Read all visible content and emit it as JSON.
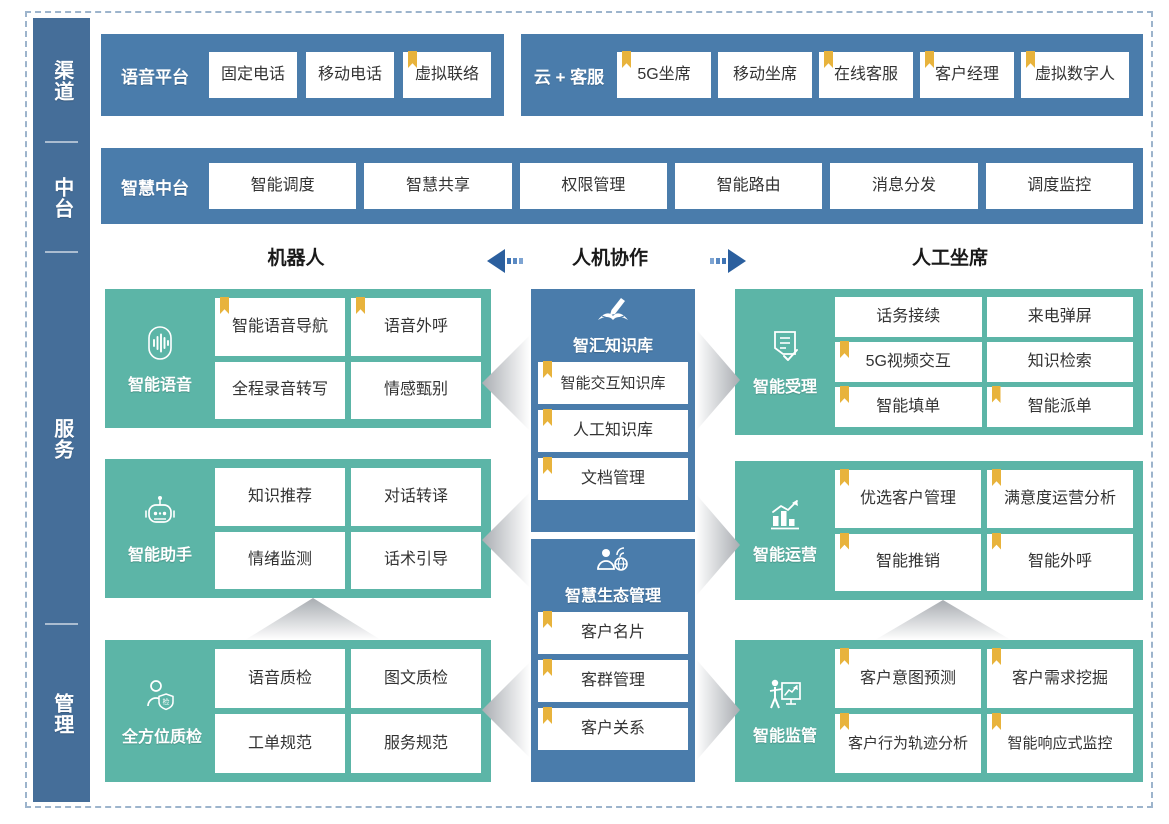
{
  "sidebar": {
    "sections": [
      {
        "label": "渠道",
        "name": "channel"
      },
      {
        "label": "中台",
        "name": "middle-platform"
      },
      {
        "label": "服务",
        "name": "service"
      },
      {
        "label": "管理",
        "name": "management"
      }
    ]
  },
  "colors": {
    "sidebar": "#456e99",
    "blue": "#4a7cab",
    "teal": "#5cb5a7",
    "bookmark": "#e8b33c",
    "chip_bg": "#ffffff",
    "frame_dash": "#9db4cc",
    "chevron": "#c9ccd0"
  },
  "channel_row": {
    "groups": [
      {
        "title": "语音平台",
        "items": [
          {
            "label": "固定电话",
            "bookmark": false
          },
          {
            "label": "移动电话",
            "bookmark": false
          },
          {
            "label": "虚拟联络",
            "bookmark": true
          }
        ]
      },
      {
        "title": "云 + 客服",
        "items": [
          {
            "label": "5G坐席",
            "bookmark": true
          },
          {
            "label": "移动坐席",
            "bookmark": false
          },
          {
            "label": "在线客服",
            "bookmark": true
          },
          {
            "label": "客户经理",
            "bookmark": true
          },
          {
            "label": "虚拟数字人",
            "bookmark": true
          }
        ]
      }
    ]
  },
  "platform_row": {
    "title": "智慧中台",
    "items": [
      {
        "label": "智能调度",
        "bookmark": false
      },
      {
        "label": "智慧共享",
        "bookmark": false
      },
      {
        "label": "权限管理",
        "bookmark": false
      },
      {
        "label": "智能路由",
        "bookmark": false
      },
      {
        "label": "消息分发",
        "bookmark": false
      },
      {
        "label": "调度监控",
        "bookmark": false
      }
    ]
  },
  "column_headers": {
    "left": "机器人",
    "center": "人机协作",
    "right": "人工坐席",
    "arrow_left_icon": "arrow-left-icon",
    "arrow_right_icon": "arrow-right-icon"
  },
  "left_column": [
    {
      "title": "智能语音",
      "icon": "voice-wave-icon",
      "items": [
        {
          "label": "智能语音导航",
          "bookmark": true
        },
        {
          "label": "语音外呼",
          "bookmark": true
        },
        {
          "label": "全程录音转写",
          "bookmark": false
        },
        {
          "label": "情感甄别",
          "bookmark": false
        }
      ]
    },
    {
      "title": "智能助手",
      "icon": "robot-icon",
      "items": [
        {
          "label": "知识推荐",
          "bookmark": false
        },
        {
          "label": "对话转译",
          "bookmark": false
        },
        {
          "label": "情绪监测",
          "bookmark": false
        },
        {
          "label": "话术引导",
          "bookmark": false
        }
      ]
    },
    {
      "title": "全方位质检",
      "icon": "person-shield-icon",
      "items": [
        {
          "label": "语音质检",
          "bookmark": false
        },
        {
          "label": "图文质检",
          "bookmark": false
        },
        {
          "label": "工单规范",
          "bookmark": false
        },
        {
          "label": "服务规范",
          "bookmark": false
        }
      ]
    }
  ],
  "center_column": [
    {
      "title": "智汇知识库",
      "icon": "book-pen-icon",
      "items": [
        {
          "label": "智能交互知识库",
          "bookmark": true
        },
        {
          "label": "人工知识库",
          "bookmark": true
        },
        {
          "label": "文档管理",
          "bookmark": true
        }
      ]
    },
    {
      "title": "智慧生态管理",
      "icon": "person-network-icon",
      "items": [
        {
          "label": "客户名片",
          "bookmark": true
        },
        {
          "label": "客群管理",
          "bookmark": true
        },
        {
          "label": "客户关系",
          "bookmark": true
        }
      ]
    }
  ],
  "right_column": [
    {
      "title": "智能受理",
      "icon": "form-check-icon",
      "items": [
        {
          "label": "话务接续",
          "bookmark": false
        },
        {
          "label": "来电弹屏",
          "bookmark": false
        },
        {
          "label": "5G视频交互",
          "bookmark": true
        },
        {
          "label": "知识检索",
          "bookmark": false
        },
        {
          "label": "智能填单",
          "bookmark": true
        },
        {
          "label": "智能派单",
          "bookmark": true
        }
      ]
    },
    {
      "title": "智能运营",
      "icon": "bar-chart-trend-icon",
      "items": [
        {
          "label": "优选客户管理",
          "bookmark": true
        },
        {
          "label": "满意度运营分析",
          "bookmark": true
        },
        {
          "label": "智能推销",
          "bookmark": true
        },
        {
          "label": "智能外呼",
          "bookmark": true
        }
      ]
    },
    {
      "title": "智能监管",
      "icon": "presenter-chart-icon",
      "items": [
        {
          "label": "客户意图预测",
          "bookmark": true
        },
        {
          "label": "客户需求挖掘",
          "bookmark": true
        },
        {
          "label": "客户行为轨迹分析",
          "bookmark": true
        },
        {
          "label": "智能响应式监控",
          "bookmark": true
        }
      ]
    }
  ]
}
